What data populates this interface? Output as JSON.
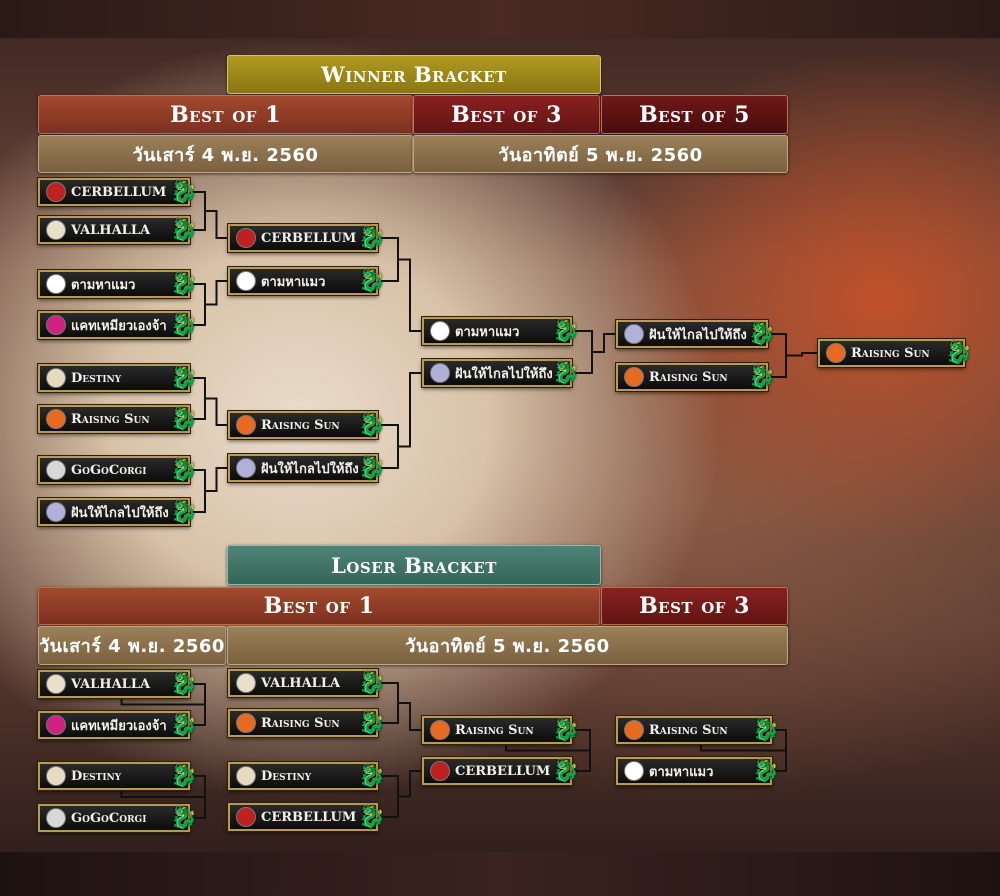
{
  "winner": {
    "title": "Winner Bracket",
    "best_of_1": "Best of 1",
    "best_of_3": "Best of 3",
    "best_of_5": "Best of 5",
    "date_sat": "วันเสาร์ 4 พ.ย. 2560",
    "date_sun": "วันอาทิตย์ 5 พ.ย. 2560",
    "round1": [
      "CERBELLUM",
      "VALHALLA",
      "ตามหาแมว",
      "แคทเหมียวเองจ้า",
      "Destiny",
      "Raising Sun",
      "GoGoCorgi",
      "ฝันให้ไกลไปให้ถึง"
    ],
    "round2": [
      "CERBELLUM",
      "ตามหาแมว",
      "Raising Sun",
      "ฝันให้ไกลไปให้ถึง"
    ],
    "round3": [
      "ตามหาแมว",
      "ฝันให้ไกลไปให้ถึง"
    ],
    "round4": [
      "ฝันให้ไกลไปให้ถึง",
      "Raising Sun"
    ],
    "champion": [
      "Raising Sun"
    ]
  },
  "loser": {
    "title": "Loser Bracket",
    "best_of_1": "Best of 1",
    "best_of_3": "Best of 3",
    "date_sat": "วันเสาร์ 4 พ.ย. 2560",
    "date_sun": "วันอาทิตย์ 5 พ.ย. 2560",
    "round1": [
      "VALHALLA",
      "แคทเหมียวเองจ้า",
      "Destiny",
      "GoGoCorgi"
    ],
    "round2": [
      "VALHALLA",
      "Raising Sun",
      "Destiny",
      "CERBELLUM"
    ],
    "round3": [
      "Raising Sun",
      "CERBELLUM"
    ],
    "round4": [
      "Raising Sun",
      "ตามหาแมว"
    ]
  },
  "colors": {
    "CERBELLUM": "#c02020",
    "VALHALLA": "#e8e0c8",
    "ตามหาแมว": "#ffffff",
    "แคทเหมียวเองจ้า": "#d02080",
    "Destiny": "#e8dcc0",
    "Raising Sun": "#e86a20",
    "GoGoCorgi": "#d8d8d8",
    "ฝันให้ไกลไปให้ถึง": "#b0b0d8"
  }
}
